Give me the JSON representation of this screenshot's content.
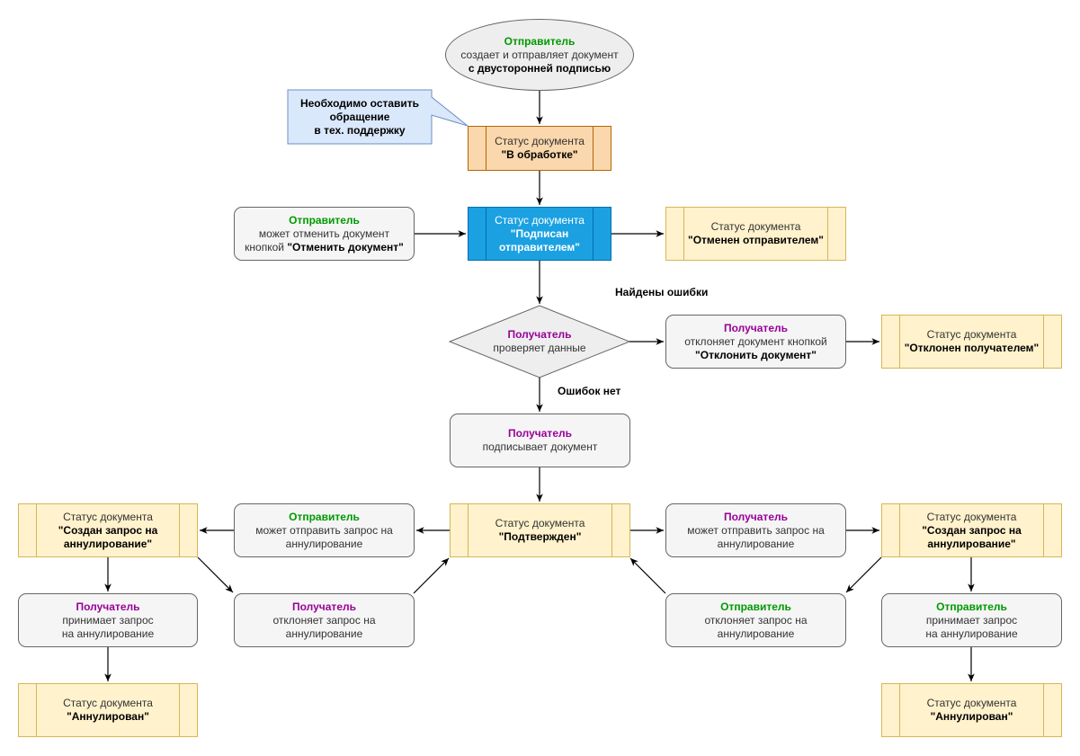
{
  "colors": {
    "sender_role": "#009900",
    "receiver_role": "#990099",
    "status_fill": "#fff2cc",
    "status_border": "#d6b656",
    "processing_fill": "#fad7ac",
    "signed_fill": "#1ba1e2",
    "action_fill": "#f5f5f5",
    "callout_fill": "#dae8fc"
  },
  "start": {
    "role": "Отправитель",
    "line1": "создает и  отправляет документ",
    "line2": "с двусторонней подписью"
  },
  "callout": {
    "line1": "Необходимо оставить",
    "line2": "обращение",
    "line3": "в тех. поддержку"
  },
  "status_processing": {
    "label": "Статус документа",
    "value": "\"В обработке\""
  },
  "cancel_action": {
    "role": "Отправитель",
    "line1": "может отменить документ",
    "line2_plain": "кнопкой ",
    "line2_bold": "\"Отменить документ\""
  },
  "status_signed": {
    "label": "Статус документа",
    "value1": "\"Подписан",
    "value2": "отправителем\""
  },
  "status_cancelled": {
    "label": "Статус документа",
    "value": "\"Отменен отправителем\""
  },
  "edge_errors_found": "Найдены ошибки",
  "decision": {
    "role": "Получатель",
    "line1": "проверяет данные"
  },
  "reject_action": {
    "role": "Получатель",
    "line1": "отклоняет документ кнопкой",
    "line2": "\"Отклонить документ\""
  },
  "status_rejected": {
    "label": "Статус документа",
    "value": "\"Отклонен получателем\""
  },
  "edge_no_errors": "Ошибок нет",
  "sign_action": {
    "role": "Получатель",
    "line1": "подписывает документ"
  },
  "status_confirmed": {
    "label": "Статус документа",
    "value": "\"Подтвержден\""
  },
  "left_branch": {
    "request": {
      "role": "Отправитель",
      "line1": "может отправить запрос на",
      "line2": "аннулирование"
    },
    "status_request": {
      "label": "Статус документа",
      "value1": "\"Создан запрос на",
      "value2": "аннулирование\""
    },
    "decline": {
      "role": "Получатель",
      "line1": "отклоняет запрос на",
      "line2": "аннулирование"
    },
    "accept": {
      "role": "Получатель",
      "line1": "принимает запрос",
      "line2": "на аннулирование"
    },
    "status_annulled": {
      "label": "Статус документа",
      "value": "\"Аннулирован\""
    }
  },
  "right_branch": {
    "request": {
      "role": "Получатель",
      "line1": "может отправить запрос на",
      "line2": "аннулирование"
    },
    "status_request": {
      "label": "Статус документа",
      "value1": "\"Создан запрос на",
      "value2": "аннулирование\""
    },
    "decline": {
      "role": "Отправитель",
      "line1": "отклоняет запрос на",
      "line2": "аннулирование"
    },
    "accept": {
      "role": "Отправитель",
      "line1": "принимает запрос",
      "line2": "на аннулирование"
    },
    "status_annulled": {
      "label": "Статус документа",
      "value": "\"Аннулирован\""
    }
  }
}
